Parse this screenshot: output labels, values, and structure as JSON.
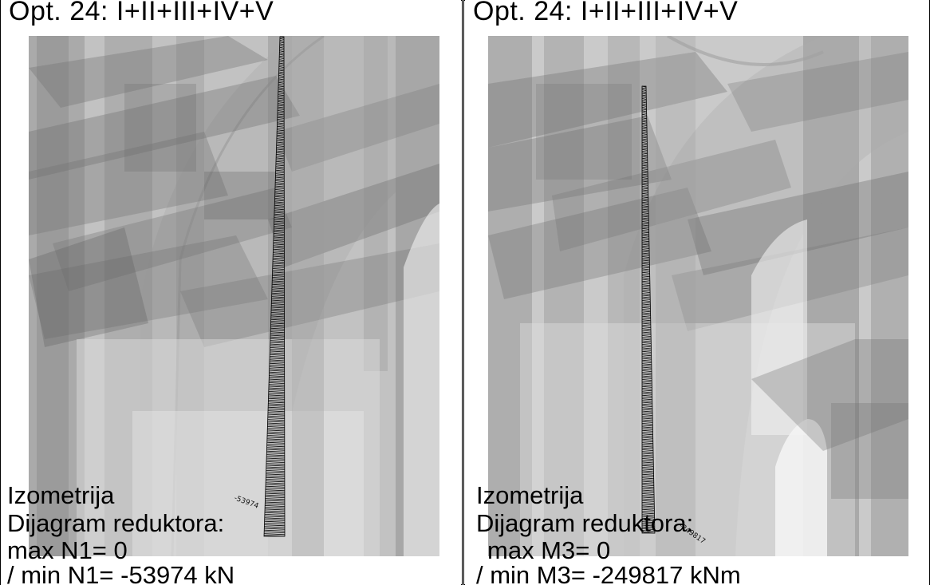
{
  "panels": [
    {
      "title": "Opt. 24: I+II+III+IV+V",
      "view": "Izometrija",
      "diagram_heading": "Dijagram reduktora:",
      "max_line": "max N1= 0",
      "min_line": "/ min N1= -53974 kN",
      "value_label": "-53974"
    },
    {
      "title": "Opt. 24: I+II+III+IV+V",
      "view": "Izometrija",
      "diagram_heading": "Dijagram reduktora:",
      "max_line": "max M3= 0",
      "min_line": "/ min M3= -249817 kNm",
      "value_label": "-249817"
    }
  ]
}
